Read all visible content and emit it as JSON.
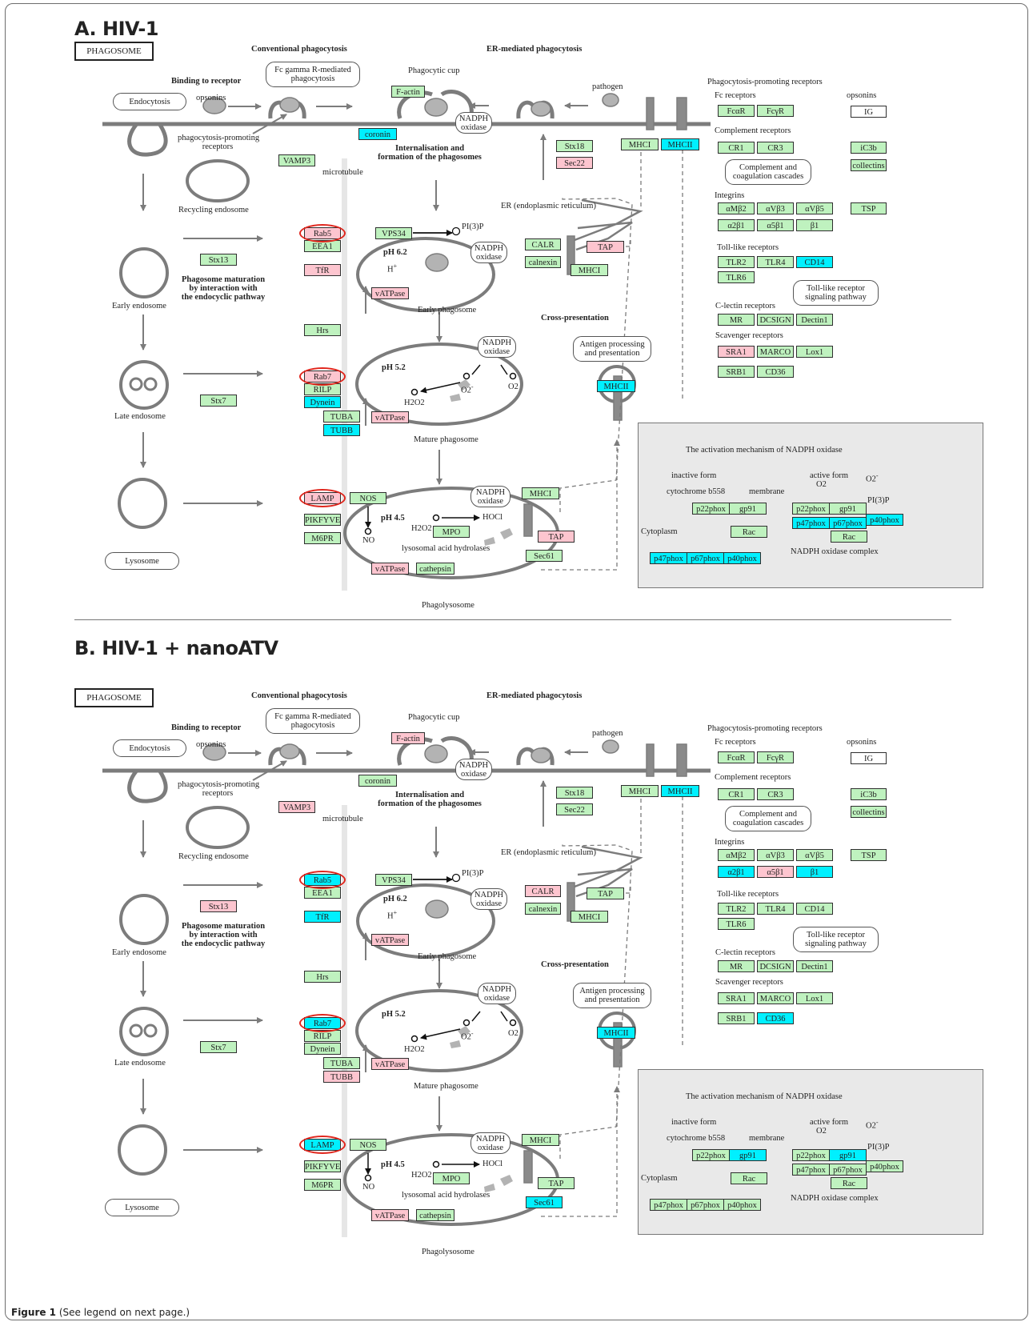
{
  "panel_a_title": "A. HIV-1",
  "panel_b_title": "B. HIV-1 + nanoATV",
  "caption_label": "Figure 1",
  "caption_text": " (See legend on next page.)",
  "labels": {
    "phagosome": "PHAGOSOME",
    "conventional_phagocytosis": "Conventional phagocytosis",
    "er_mediated_phagocytosis": "ER-mediated phagocytosis",
    "fc_gamma_l1": "Fc gamma R-mediated",
    "fc_gamma_l2": "phagocytosis",
    "phagocytic_cup": "Phagocytic cup",
    "binding_to_receptor": "Binding to receptor",
    "endocytosis": "Endocytosis",
    "opsonins": "opsonins",
    "promoting_receptors_l1": "phagocytosis-promoting",
    "promoting_receptors_l2": "receptors",
    "recycling_endosome": "Recycling endosome",
    "microtubule": "microtubule",
    "internalisation_l1": "Internalisation and",
    "internalisation_l2": "formation of the phagosomes",
    "pathogen": "pathogen",
    "nadph": "NADPH",
    "oxidase": "oxidase",
    "pi3p": "PI(3)P",
    "er_reticulum": "ER (endoplasmic reticulum)",
    "ph62": "pH 6.2",
    "hplus": "H",
    "early_phagosome": "Early phagosome",
    "maturation_l1": "Phagosome maturation",
    "maturation_l2": "by interaction with",
    "maturation_l3": "the endocyclic pathway",
    "early_endosome": "Early endosome",
    "cross_presentation": "Cross-presentation",
    "antigen_l1": "Antigen processing",
    "antigen_l2": "and presentation",
    "ph52": "pH 5.2",
    "o2": "O2",
    "h2o2": "H2O2",
    "late_endosome": "Late endosome",
    "mature_phagosome": "Mature phagosome",
    "ph45": "pH 4.5",
    "hocl": "HOCl",
    "no": "NO",
    "hydrolases": "lysosomal acid hydrolases",
    "lysosome": "Lysosome",
    "phagolysosome": "Phagolysosome",
    "promoting_receptors_title": "Phagocytosis-promoting receptors",
    "fc_receptors": "Fc receptors",
    "complement_receptors": "Complement receptors",
    "complement_l1": "Complement and",
    "complement_l2": "coagulation cascades",
    "integrins": "Integrins",
    "toll_like_receptors": "Toll-like receptors",
    "tlr_path_l1": "Toll-like receptor",
    "tlr_path_l2": "signaling pathway",
    "c_lectin_receptors": "C-lectin receptors",
    "scavenger_receptors": "Scavenger receptors",
    "activation_title": "The activation mechanism of NADPH oxidase",
    "inactive_form": "inactive form",
    "active_form": "active form",
    "cytochrome": "cytochrome b558",
    "membrane": "membrane",
    "cytoplasm": "Cytoplasm",
    "nadph_complex": "NADPH oxidase complex"
  },
  "panel_a": {
    "facting": "F-actin",
    "coronin": "coronin",
    "vamp3": "VAMP3",
    "stx18": "Stx18",
    "sec22": "Sec22",
    "mhci_top": "MHCI",
    "mhcii_top": "MHCII",
    "rab5": "Rab5",
    "vps34": "VPS34",
    "eea1": "EEA1",
    "stx13": "Stx13",
    "tfr": "TfR",
    "vatpase1": "vATPase",
    "calr": "CALR",
    "calnexin": "calnexin",
    "tap1": "TAP",
    "mhci_mid": "MHCI",
    "hrs": "Hrs",
    "rab7": "Rab7",
    "rilp": "RILP",
    "dynein": "Dynein",
    "stx7": "Stx7",
    "tuba": "TUBA",
    "tubb": "TUBB",
    "vatpase2": "vATPase",
    "mhcii_side": "MHCII",
    "lamp": "LAMP",
    "nos": "NOS",
    "pikfyve": "PIKFYVE",
    "m6pr": "M6PR",
    "mpo": "MPO",
    "mhci_low": "MHCI",
    "tap2": "TAP",
    "sec61": "Sec61",
    "vatpase3": "vATPase",
    "cathepsin": "cathepsin",
    "fcar": "FcαR",
    "fcgr": "FcγR",
    "ig": "IG",
    "cr1": "CR1",
    "cr3": "CR3",
    "ic3b": "iC3b",
    "collectins": "collectins",
    "amb2": "αMβ2",
    "avb3": "αVβ3",
    "avb5": "αVβ5",
    "tsp": "TSP",
    "a2b1": "α2β1",
    "a5b1": "α5β1",
    "b1": "β1",
    "tlr2": "TLR2",
    "tlr4": "TLR4",
    "cd14": "CD14",
    "tlr6": "TLR6",
    "mr": "MR",
    "dcsign": "DCSIGN",
    "dectin1": "Dectin1",
    "sra1": "SRA1",
    "marco": "MARCO",
    "lox1": "Lox1",
    "srb1": "SRB1",
    "cd36": "CD36",
    "p22phox_i": "p22phox",
    "gp91_i": "gp91",
    "rac_i": "Rac",
    "p47phox_i": "p47phox",
    "p67phox_i": "p67phox",
    "p40phox_i": "p40phox",
    "p22phox_a": "p22phox",
    "gp91_a": "gp91",
    "p47phox_a": "p47phox",
    "p67phox_a": "p67phox",
    "p40phox_a": "p40phox",
    "rac_a": "Rac"
  },
  "panel_b": {
    "facting": "F-actin",
    "coronin": "coronin",
    "vamp3": "VAMP3",
    "stx18": "Stx18",
    "sec22": "Sec22",
    "mhci_top": "MHCI",
    "mhcii_top": "MHCII",
    "rab5": "Rab5",
    "vps34": "VPS34",
    "eea1": "EEA1",
    "stx13": "Stx13",
    "tfr": "TfR",
    "vatpase1": "vATPase",
    "calr": "CALR",
    "calnexin": "calnexin",
    "tap1": "TAP",
    "mhci_mid": "MHCI",
    "hrs": "Hrs",
    "rab7": "Rab7",
    "rilp": "RILP",
    "dynein": "Dynein",
    "stx7": "Stx7",
    "tuba": "TUBA",
    "tubb": "TUBB",
    "vatpase2": "vATPase",
    "mhcii_side": "MHCII",
    "lamp": "LAMP",
    "nos": "NOS",
    "pikfyve": "PIKFYVE",
    "m6pr": "M6PR",
    "mpo": "MPO",
    "mhci_low": "MHCI",
    "tap2": "TAP",
    "sec61": "Sec61",
    "vatpase3": "vATPase",
    "cathepsin": "cathepsin",
    "fcar": "FcαR",
    "fcgr": "FcγR",
    "ig": "IG",
    "cr1": "CR1",
    "cr3": "CR3",
    "ic3b": "iC3b",
    "collectins": "collectins",
    "amb2": "αMβ2",
    "avb3": "αVβ3",
    "avb5": "αVβ5",
    "tsp": "TSP",
    "a2b1": "α2β1",
    "a5b1": "α5β1",
    "b1": "β1",
    "tlr2": "TLR2",
    "tlr4": "TLR4",
    "cd14": "CD14",
    "tlr6": "TLR6",
    "mr": "MR",
    "dcsign": "DCSIGN",
    "dectin1": "Dectin1",
    "sra1": "SRA1",
    "marco": "MARCO",
    "lox1": "Lox1",
    "srb1": "SRB1",
    "cd36": "CD36",
    "p22phox_i": "p22phox",
    "gp91_i": "gp91",
    "rac_i": "Rac",
    "p47phox_i": "p47phox",
    "p67phox_i": "p67phox",
    "p40phox_i": "p40phox",
    "p22phox_a": "p22phox",
    "gp91_a": "gp91",
    "p47phox_a": "p47phox",
    "p67phox_a": "p67phox",
    "p40phox_a": "p40phox",
    "rac_a": "Rac"
  },
  "colors": {
    "unchanged": "#bff2bf",
    "upregulated": "#fdc5cf",
    "downregulated": "#00f0ff",
    "highlight_ring": "#e0251c",
    "membrane": "#7c7c7c"
  },
  "regulation": {
    "panel_a": {
      "upregulated": [
        "sec22",
        "rab5",
        "tfr",
        "vatpase1",
        "tap1",
        "rab7",
        "vatpase2",
        "lamp",
        "tap2",
        "vatpase3",
        "sra1"
      ],
      "downregulated": [
        "coronin",
        "mhcii_top",
        "dynein",
        "tubb",
        "mhcii_side",
        "cd14",
        "p47phox_a",
        "p67phox_a",
        "p40phox_a",
        "p47phox_i",
        "p67phox_i",
        "p40phox_i"
      ]
    },
    "panel_b": {
      "upregulated": [
        "facting",
        "vamp3",
        "stx13",
        "vatpase1",
        "calr",
        "tubb",
        "vatpase2",
        "vatpase3",
        "a5b1"
      ],
      "downregulated": [
        "mhcii_top",
        "rab5",
        "tfr",
        "rab7",
        "lamp",
        "mhcii_side",
        "sec61",
        "a2b1",
        "b1",
        "cd36",
        "gp91_i",
        "gp91_a"
      ]
    }
  }
}
